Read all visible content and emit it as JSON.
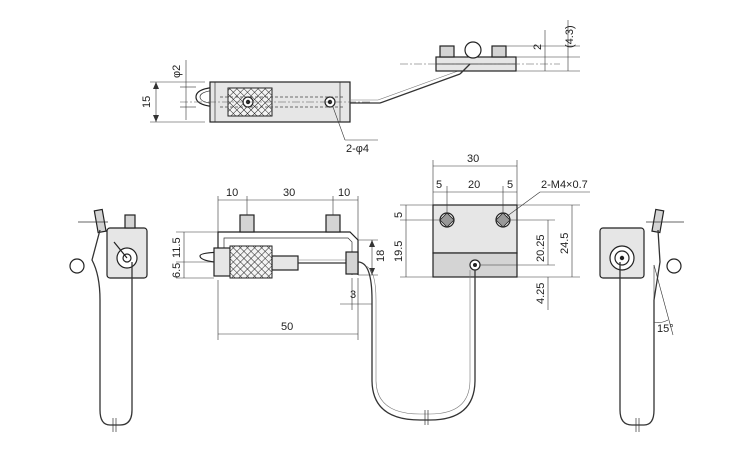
{
  "top_view": {
    "dia_wire": "φ2",
    "height_body": "15",
    "dim_right_small": "2",
    "dim_right_paren": "(4.3)",
    "holes_label": "2-φ4"
  },
  "front_view": {
    "top_dims": [
      "10",
      "30",
      "10"
    ],
    "left_dims": [
      "6.5",
      "11.5"
    ],
    "right_height": "18",
    "offset": "3",
    "overall": "50"
  },
  "block_view": {
    "width_total": "30",
    "sub_dims": [
      "5",
      "20",
      "5"
    ],
    "thread_label": "2-M4×0.7",
    "left_dims": [
      "5",
      "19.5"
    ],
    "right_dims": [
      "20.25",
      "24.5",
      "4.25"
    ]
  },
  "right_view": {
    "angle": "15°"
  },
  "colors": {
    "line": "#222222",
    "fill_light": "#e6e6e6",
    "fill_dark": "#d4d4d4"
  }
}
